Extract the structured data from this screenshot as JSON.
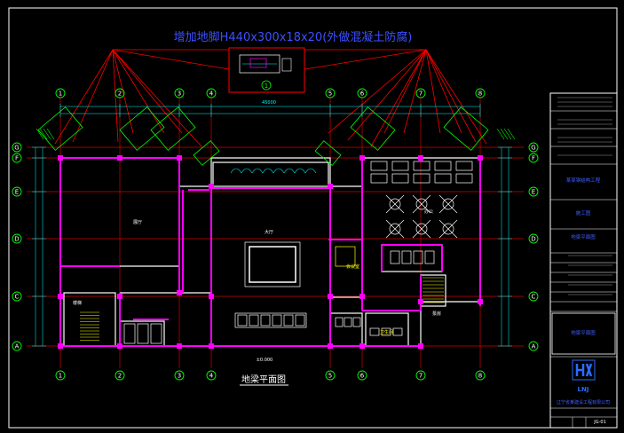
{
  "drawing": {
    "title_annotation": "增加地脚H440x300x18x20(外做混凝土防腐)",
    "plan_title": "地梁平面图",
    "detail_mark": "1",
    "top_dimension": "45000",
    "elevation_mark": "±0.000",
    "grid_columns": [
      "1",
      "2",
      "3",
      "4",
      "5",
      "6",
      "7",
      "8"
    ],
    "grid_rows": [
      "A",
      "C",
      "D",
      "E",
      "F",
      "G"
    ],
    "room_labels": {
      "left_hall": "展厅",
      "center_hall": "大厅",
      "meeting": "会议室",
      "office": "办公",
      "stair": "楼梯",
      "toilet": "卫生间",
      "pump": "泵房"
    }
  },
  "title_block": {
    "project_name": "某某钢结构工程",
    "drawing_name": "地梁平面图",
    "stage": "施工图",
    "company_name": "辽宁省某建设工程有限公司",
    "logo_text": "LNJ",
    "sheet_no": "JG-01"
  },
  "colors": {
    "background": "#000000",
    "grid_line": "#d40000",
    "beam": "#ff00ff",
    "wall": "#ffffff",
    "axis_bubble": "#00ff00",
    "text_main": "#3c50ff",
    "title_block_text": "#4060ff",
    "title_block_line": "#ffffff"
  }
}
